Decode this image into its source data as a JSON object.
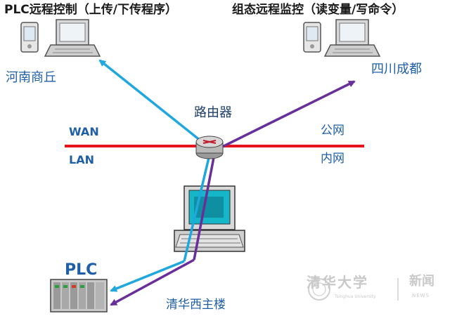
{
  "title_left": "PLC远程控制（上传/下传程序）",
  "title_right": "组态远程监控（读变量/写命令）",
  "site_henan": "河南商丘",
  "site_sichuan": "四川成都",
  "router_label": "路由器",
  "wan_label": "WAN",
  "lan_label": "LAN",
  "public_net_label": "公网",
  "private_net_label": "内网",
  "plc_label": "PLC",
  "building_label": "清华西主楼",
  "watermark": {
    "name_cn": "清华大学",
    "name_en": "Tsinghua University",
    "news_cn": "新闻",
    "news_en": "NEWS"
  },
  "colors": {
    "wan_lan_line": "#e8141c",
    "plc_path": "#1fa7df",
    "scada_path": "#6a2e9a",
    "label_blue": "#1f5fa8"
  },
  "icons": [
    "phone-icon",
    "laptop-icon",
    "router-icon",
    "workstation-icon",
    "plc-device-icon"
  ]
}
